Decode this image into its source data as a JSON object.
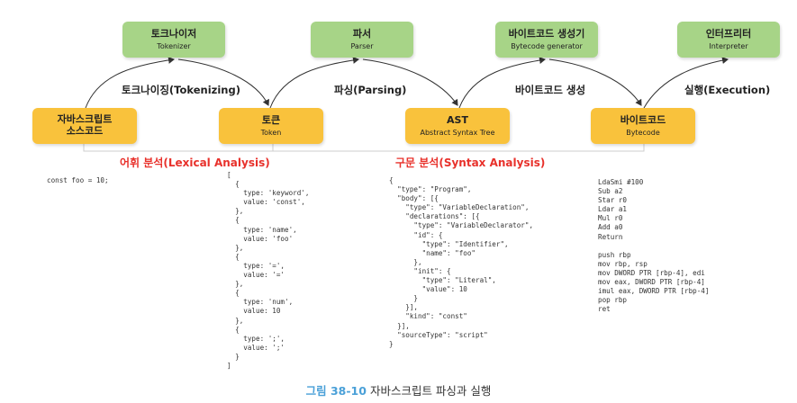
{
  "nodes": {
    "tokenizer": {
      "title": "토크나이저",
      "sub": "Tokenizer"
    },
    "parser": {
      "title": "파서",
      "sub": "Parser"
    },
    "bytecode_generator": {
      "title": "바이트코드 생성기",
      "sub": "Bytecode generator"
    },
    "interpreter": {
      "title": "인터프리터",
      "sub": "Interpreter"
    },
    "source": {
      "title_line1": "자바스크립트",
      "title_line2": "소스코드"
    },
    "token": {
      "title": "토큰",
      "sub": "Token"
    },
    "ast": {
      "title": "AST",
      "sub": "Abstract Syntax Tree"
    },
    "bytecode": {
      "title": "바이트코드",
      "sub": "Bytecode"
    }
  },
  "edges": {
    "tokenizing": "토크나이징(Tokenizing)",
    "parsing": "파싱(Parsing)",
    "bytecode_gen": "바이트코드 생성",
    "execution": "실행(Execution)"
  },
  "sections": {
    "lexical": "어휘 분석(Lexical Analysis)",
    "syntax": "구문 분석(Syntax Analysis)"
  },
  "code": {
    "source": "const foo = 10;",
    "tokens": "[\n  {\n    type: 'keyword',\n    value: 'const',\n  },\n  {\n    type: 'name',\n    value: 'foo'\n  },\n  {\n    type: '=',\n    value: '='\n  },\n  {\n    type: 'num',\n    value: 10\n  },\n  {\n    type: ';',\n    value: ';'\n  }\n]",
    "ast": "{\n  \"type\": \"Program\",\n  \"body\": [{\n    \"type\": \"VariableDeclaration\",\n    \"declarations\": [{\n      \"type\": \"VariableDeclarator\",\n      \"id\": {\n        \"type\": \"Identifier\",\n        \"name\": \"foo\"\n      },\n      \"init\": {\n        \"type\": \"Literal\",\n        \"value\": 10\n      }\n    }],\n    \"kind\": \"const\"\n  }],\n  \"sourceType\": \"script\"\n}",
    "bytecode": "LdaSmi #100\nSub a2\nStar r0\nLdar a1\nMul r0\nAdd a0\nReturn\n\npush rbp\nmov rbp, rsp\nmov DWORD PTR [rbp-4], edi\nmov eax, DWORD PTR [rbp-4]\nimul eax, DWORD PTR [rbp-4]\npop rbp\nret"
  },
  "caption": {
    "number": "그림 38-10",
    "text": "자바스크립트 파싱과 실행"
  },
  "colors": {
    "green": "#a7d487",
    "yellow": "#f9c23c",
    "red": "#e8312b",
    "caption_blue": "#4aa0d8"
  }
}
